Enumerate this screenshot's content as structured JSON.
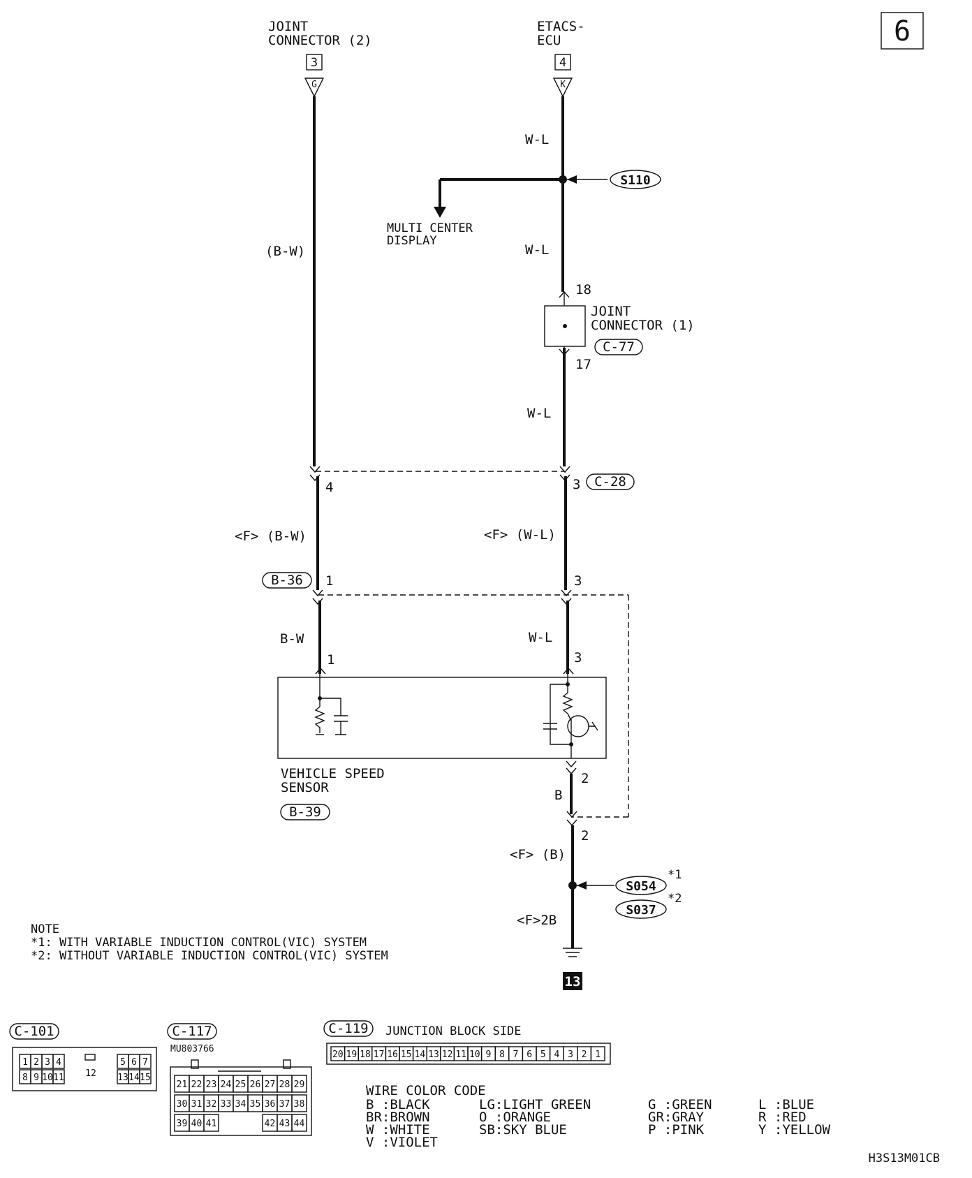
{
  "page_number": "6",
  "top_connectors": {
    "joint_connector_2": {
      "line1": "JOINT",
      "line2": "CONNECTOR (2)",
      "ref": "3",
      "pin": "G"
    },
    "etacs_ecu": {
      "line1": "ETACS-",
      "line2": "ECU",
      "ref": "4",
      "pin": "K"
    }
  },
  "wires": {
    "left_top": "(B-W)",
    "left_mid": "<F> (B-W)",
    "left_bottom": "B-W",
    "right_top": "W-L",
    "right_upper2": "W-L",
    "right_mid": "W-L",
    "right_f": "<F> (W-L)",
    "right_bottom": "W-L",
    "ground_b": "B",
    "ground_fb": "<F> (B)",
    "ground_f2b": "<F>2B"
  },
  "splices": {
    "s110": "S110",
    "s054": "S054",
    "s037": "S037",
    "s054_mark": "*1",
    "s037_mark": "*2"
  },
  "multi_center": {
    "line1": "MULTI CENTER",
    "line2": "DISPLAY"
  },
  "joint_connector_1": {
    "line1": "JOINT",
    "line2": "CONNECTOR (1)",
    "ref": "C-77",
    "pin_in": "18",
    "pin_out": "17"
  },
  "pins": {
    "c28_left": "4",
    "c28_right": "3",
    "c28_ref": "C-28",
    "b36_ref": "B-36",
    "b36_left": "1",
    "b36_right": "3",
    "vss_left": "1",
    "vss_right": "3",
    "vss_out": "2",
    "vss_out2": "2"
  },
  "vehicle_speed_sensor": {
    "line1": "VEHICLE SPEED",
    "line2": "SENSOR",
    "ref": "B-39"
  },
  "ground_point": "13",
  "note": {
    "title": "NOTE",
    "line1": "*1: WITH VARIABLE INDUCTION CONTROL(VIC) SYSTEM",
    "line2": "*2: WITHOUT VARIABLE INDUCTION CONTROL(VIC) SYSTEM"
  },
  "connectors": {
    "c101": {
      "ref": "C-101",
      "row1": [
        "1",
        "2",
        "3",
        "4",
        "5",
        "6",
        "7"
      ],
      "center": "12",
      "row2": [
        "8",
        "9",
        "10",
        "11",
        "13",
        "14",
        "15"
      ]
    },
    "c117": {
      "ref": "C-117",
      "part": "MU803766",
      "row1": [
        "21",
        "22",
        "23",
        "24",
        "25",
        "26",
        "27",
        "28",
        "29"
      ],
      "row2": [
        "30",
        "31",
        "32",
        "33",
        "34",
        "35",
        "36",
        "37",
        "38"
      ],
      "row3": [
        "39",
        "40",
        "41",
        "42",
        "43",
        "44"
      ]
    },
    "c119": {
      "ref": "C-119",
      "caption": "JUNCTION BLOCK SIDE",
      "pins": [
        "20",
        "19",
        "18",
        "17",
        "16",
        "15",
        "14",
        "13",
        "12",
        "11",
        "10",
        "9",
        "8",
        "7",
        "6",
        "5",
        "4",
        "3",
        "2",
        "1"
      ]
    }
  },
  "color_code": {
    "title": "WIRE COLOR CODE",
    "col1": [
      "B :BLACK",
      "BR:BROWN",
      "W :WHITE",
      "V :VIOLET"
    ],
    "col2": [
      "LG:LIGHT GREEN",
      "O :ORANGE",
      "SB:SKY BLUE"
    ],
    "col3": [
      "G :GREEN",
      "GR:GRAY",
      "P :PINK"
    ],
    "col4": [
      "L :BLUE",
      "R :RED",
      "Y :YELLOW"
    ]
  },
  "doc_code": "H3S13M01CB"
}
